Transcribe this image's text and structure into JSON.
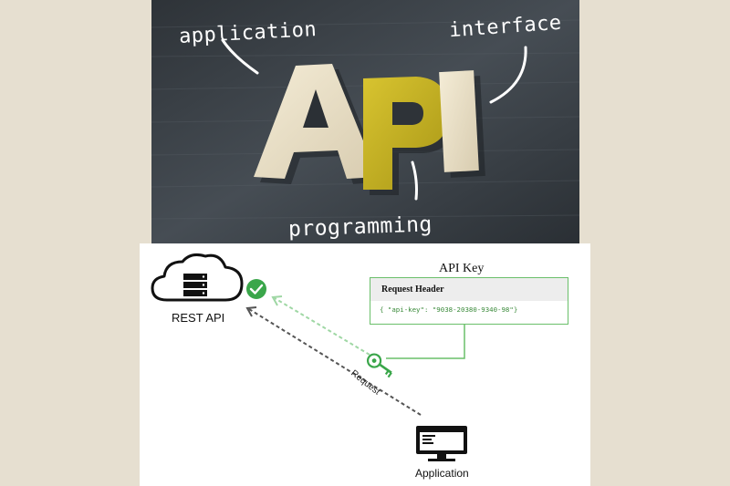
{
  "photo": {
    "letters": [
      "A",
      "P",
      "I"
    ],
    "word_application": "application",
    "word_interface": "interface",
    "word_programming": "programming"
  },
  "diagram": {
    "rest_api_label": "REST API",
    "api_key_title": "API Key",
    "request_header_label": "Request Header",
    "api_key_code": "{ \"api-key\": \"9038-20380-9340-98\"}",
    "request_label": "Request",
    "application_label": "Application"
  },
  "colors": {
    "page_bg": "#e6dfd0",
    "board_dark": "#3a4046",
    "letter_cream": "#ece3cc",
    "letter_yellow": "#c9b522",
    "accent_green": "#3aa64a",
    "dash_gray": "#555555"
  },
  "icons": [
    "cloud-icon",
    "server-icon",
    "check-badge-icon",
    "key-icon",
    "monitor-icon"
  ]
}
